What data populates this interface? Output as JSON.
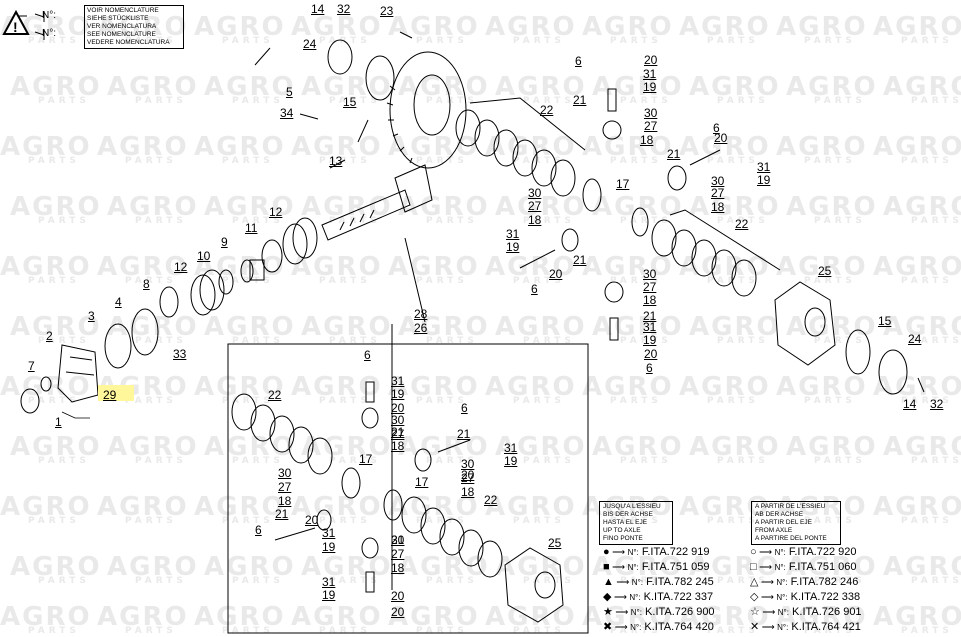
{
  "watermark": {
    "brand": "AGRO",
    "sub": "PARTS"
  },
  "legend_top": {
    "arrow_a": "N°:",
    "arrow_b": "N°:",
    "lines": [
      "VOIR NOMENCLATURE",
      "SIEHE STÜCKLISTE",
      "VER NOMENCLATURA",
      "SEE NOMENCLATURE",
      "VEDERE NOMENCLATURA"
    ]
  },
  "callouts": [
    {
      "id": "c1",
      "n": "1"
    },
    {
      "id": "c2",
      "n": "2"
    },
    {
      "id": "c3",
      "n": "3"
    },
    {
      "id": "c4",
      "n": "4"
    },
    {
      "id": "c5",
      "n": "5"
    },
    {
      "id": "c6a",
      "n": "6"
    },
    {
      "id": "c6b",
      "n": "6"
    },
    {
      "id": "c6c",
      "n": "6"
    },
    {
      "id": "c6d",
      "n": "6"
    },
    {
      "id": "c6e",
      "n": "6"
    },
    {
      "id": "c6f",
      "n": "6"
    },
    {
      "id": "c6g",
      "n": "6"
    },
    {
      "id": "c7",
      "n": "7"
    },
    {
      "id": "c8",
      "n": "8"
    },
    {
      "id": "c9",
      "n": "9"
    },
    {
      "id": "c10",
      "n": "10"
    },
    {
      "id": "c11",
      "n": "11"
    },
    {
      "id": "c12a",
      "n": "12"
    },
    {
      "id": "c12b",
      "n": "12"
    },
    {
      "id": "c13",
      "n": "13"
    },
    {
      "id": "c14a",
      "n": "14"
    },
    {
      "id": "c14b",
      "n": "14"
    },
    {
      "id": "c15a",
      "n": "15"
    },
    {
      "id": "c15b",
      "n": "15"
    },
    {
      "id": "c17a",
      "n": "17"
    },
    {
      "id": "c17b",
      "n": "17"
    },
    {
      "id": "c17c",
      "n": "17"
    },
    {
      "id": "c18a",
      "n": "18"
    },
    {
      "id": "c18b",
      "n": "18"
    },
    {
      "id": "c18c",
      "n": "18"
    },
    {
      "id": "c18d",
      "n": "18"
    },
    {
      "id": "c18e",
      "n": "18"
    },
    {
      "id": "c18f",
      "n": "18"
    },
    {
      "id": "c18g",
      "n": "18"
    },
    {
      "id": "c18h",
      "n": "18"
    },
    {
      "id": "c19a",
      "n": "19"
    },
    {
      "id": "c19b",
      "n": "19"
    },
    {
      "id": "c19c",
      "n": "19"
    },
    {
      "id": "c19d",
      "n": "19"
    },
    {
      "id": "c19e",
      "n": "19"
    },
    {
      "id": "c19f",
      "n": "19"
    },
    {
      "id": "c19g",
      "n": "19"
    },
    {
      "id": "c19h",
      "n": "19"
    },
    {
      "id": "c20a",
      "n": "20"
    },
    {
      "id": "c20b",
      "n": "20"
    },
    {
      "id": "c20c",
      "n": "20"
    },
    {
      "id": "c20d",
      "n": "20"
    },
    {
      "id": "c20e",
      "n": "20"
    },
    {
      "id": "c20f",
      "n": "20"
    },
    {
      "id": "c20g",
      "n": "20"
    },
    {
      "id": "c20h",
      "n": "20"
    },
    {
      "id": "c20i",
      "n": "20"
    },
    {
      "id": "c21a",
      "n": "21"
    },
    {
      "id": "c21b",
      "n": "21"
    },
    {
      "id": "c21c",
      "n": "21"
    },
    {
      "id": "c21d",
      "n": "21"
    },
    {
      "id": "c21e",
      "n": "21"
    },
    {
      "id": "c21f",
      "n": "21"
    },
    {
      "id": "c21g",
      "n": "21"
    },
    {
      "id": "c21h",
      "n": "21"
    },
    {
      "id": "c22a",
      "n": "22"
    },
    {
      "id": "c22b",
      "n": "22"
    },
    {
      "id": "c22c",
      "n": "22"
    },
    {
      "id": "c22d",
      "n": "22"
    },
    {
      "id": "c23",
      "n": "23"
    },
    {
      "id": "c24a",
      "n": "24"
    },
    {
      "id": "c24b",
      "n": "24"
    },
    {
      "id": "c25a",
      "n": "25"
    },
    {
      "id": "c25b",
      "n": "25"
    },
    {
      "id": "c26",
      "n": "26"
    },
    {
      "id": "c27a",
      "n": "27"
    },
    {
      "id": "c27b",
      "n": "27"
    },
    {
      "id": "c27c",
      "n": "27"
    },
    {
      "id": "c27d",
      "n": "27"
    },
    {
      "id": "c27e",
      "n": "27"
    },
    {
      "id": "c27f",
      "n": "27"
    },
    {
      "id": "c27g",
      "n": "27"
    },
    {
      "id": "c27h",
      "n": "27"
    },
    {
      "id": "c28",
      "n": "28"
    },
    {
      "id": "c29",
      "n": "29"
    },
    {
      "id": "c30a",
      "n": "30"
    },
    {
      "id": "c30b",
      "n": "30"
    },
    {
      "id": "c30c",
      "n": "30"
    },
    {
      "id": "c30d",
      "n": "30"
    },
    {
      "id": "c30e",
      "n": "30"
    },
    {
      "id": "c30f",
      "n": "30"
    },
    {
      "id": "c30g",
      "n": "30"
    },
    {
      "id": "c30h",
      "n": "30"
    },
    {
      "id": "c31a",
      "n": "31"
    },
    {
      "id": "c31b",
      "n": "31"
    },
    {
      "id": "c31c",
      "n": "31"
    },
    {
      "id": "c31d",
      "n": "31"
    },
    {
      "id": "c31e",
      "n": "31"
    },
    {
      "id": "c31f",
      "n": "31"
    },
    {
      "id": "c31g",
      "n": "31"
    },
    {
      "id": "c31h",
      "n": "31"
    },
    {
      "id": "c32a",
      "n": "32"
    },
    {
      "id": "c32b",
      "n": "32"
    },
    {
      "id": "c33",
      "n": "33"
    },
    {
      "id": "c34",
      "n": "34"
    }
  ],
  "axle_boxes": {
    "up_to": {
      "lines": [
        "JUSQU'A L'ESSIEU",
        "BIS DER ACHSE",
        "HASTA EL EJE",
        "UP TO AXLE",
        "FINO PONTE"
      ]
    },
    "from": {
      "lines": [
        "A PARTIR DE L'ESSIEU",
        "AB DER ACHSE",
        "A PARTIR DEL EJE",
        "FROM AXLE",
        "A PARTIRE DEL PONTE"
      ]
    }
  },
  "axle_refs": {
    "left": [
      {
        "symbol": "●",
        "prefix": "N°:",
        "code": "F.ITA.722 919"
      },
      {
        "symbol": "■",
        "prefix": "N°:",
        "code": "F.ITA.751 059"
      },
      {
        "symbol": "▲",
        "prefix": "N°:",
        "code": "F.ITA.782 245"
      },
      {
        "symbol": "◆",
        "prefix": "N°:",
        "code": "K.ITA.722 337"
      },
      {
        "symbol": "★",
        "prefix": "N°:",
        "code": "K.ITA.726 900"
      },
      {
        "symbol": "✖",
        "prefix": "N°:",
        "code": "K.ITA.764 420"
      }
    ],
    "right": [
      {
        "symbol": "○",
        "prefix": "N°:",
        "code": "F.ITA.722 920"
      },
      {
        "symbol": "□",
        "prefix": "N°:",
        "code": "F.ITA.751 060"
      },
      {
        "symbol": "△",
        "prefix": "N°:",
        "code": "F.ITA.782 246"
      },
      {
        "symbol": "◇",
        "prefix": "N°:",
        "code": "K.ITA.722 338"
      },
      {
        "symbol": "☆",
        "prefix": "N°:",
        "code": "K.ITA.726 901"
      },
      {
        "symbol": "✕",
        "prefix": "N°:",
        "code": "K.ITA.764 421"
      }
    ]
  }
}
